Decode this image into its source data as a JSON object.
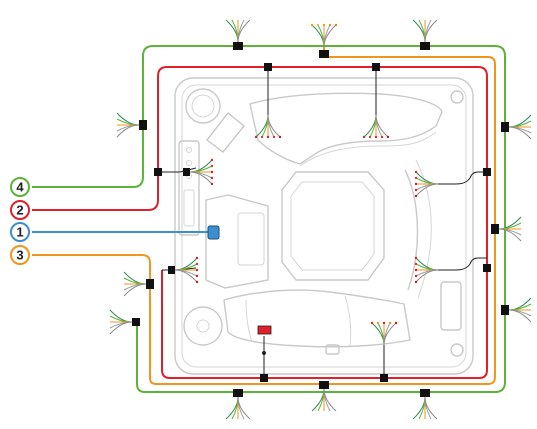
{
  "colors": {
    "green": "#5db33a",
    "red": "#e0202a",
    "blue": "#3b8fd0",
    "orange": "#f0951e",
    "outline": "#c9c9c9",
    "connector": "#111111"
  },
  "callouts": [
    {
      "label": "4",
      "color": "#5db33a"
    },
    {
      "label": "2",
      "color": "#e0202a"
    },
    {
      "label": "1",
      "color": "#3b8fd0"
    },
    {
      "label": "3",
      "color": "#f0951e"
    }
  ],
  "icons": [
    "harness-fan-icon",
    "wire-connector-icon",
    "control-box-icon",
    "heater-icon"
  ]
}
